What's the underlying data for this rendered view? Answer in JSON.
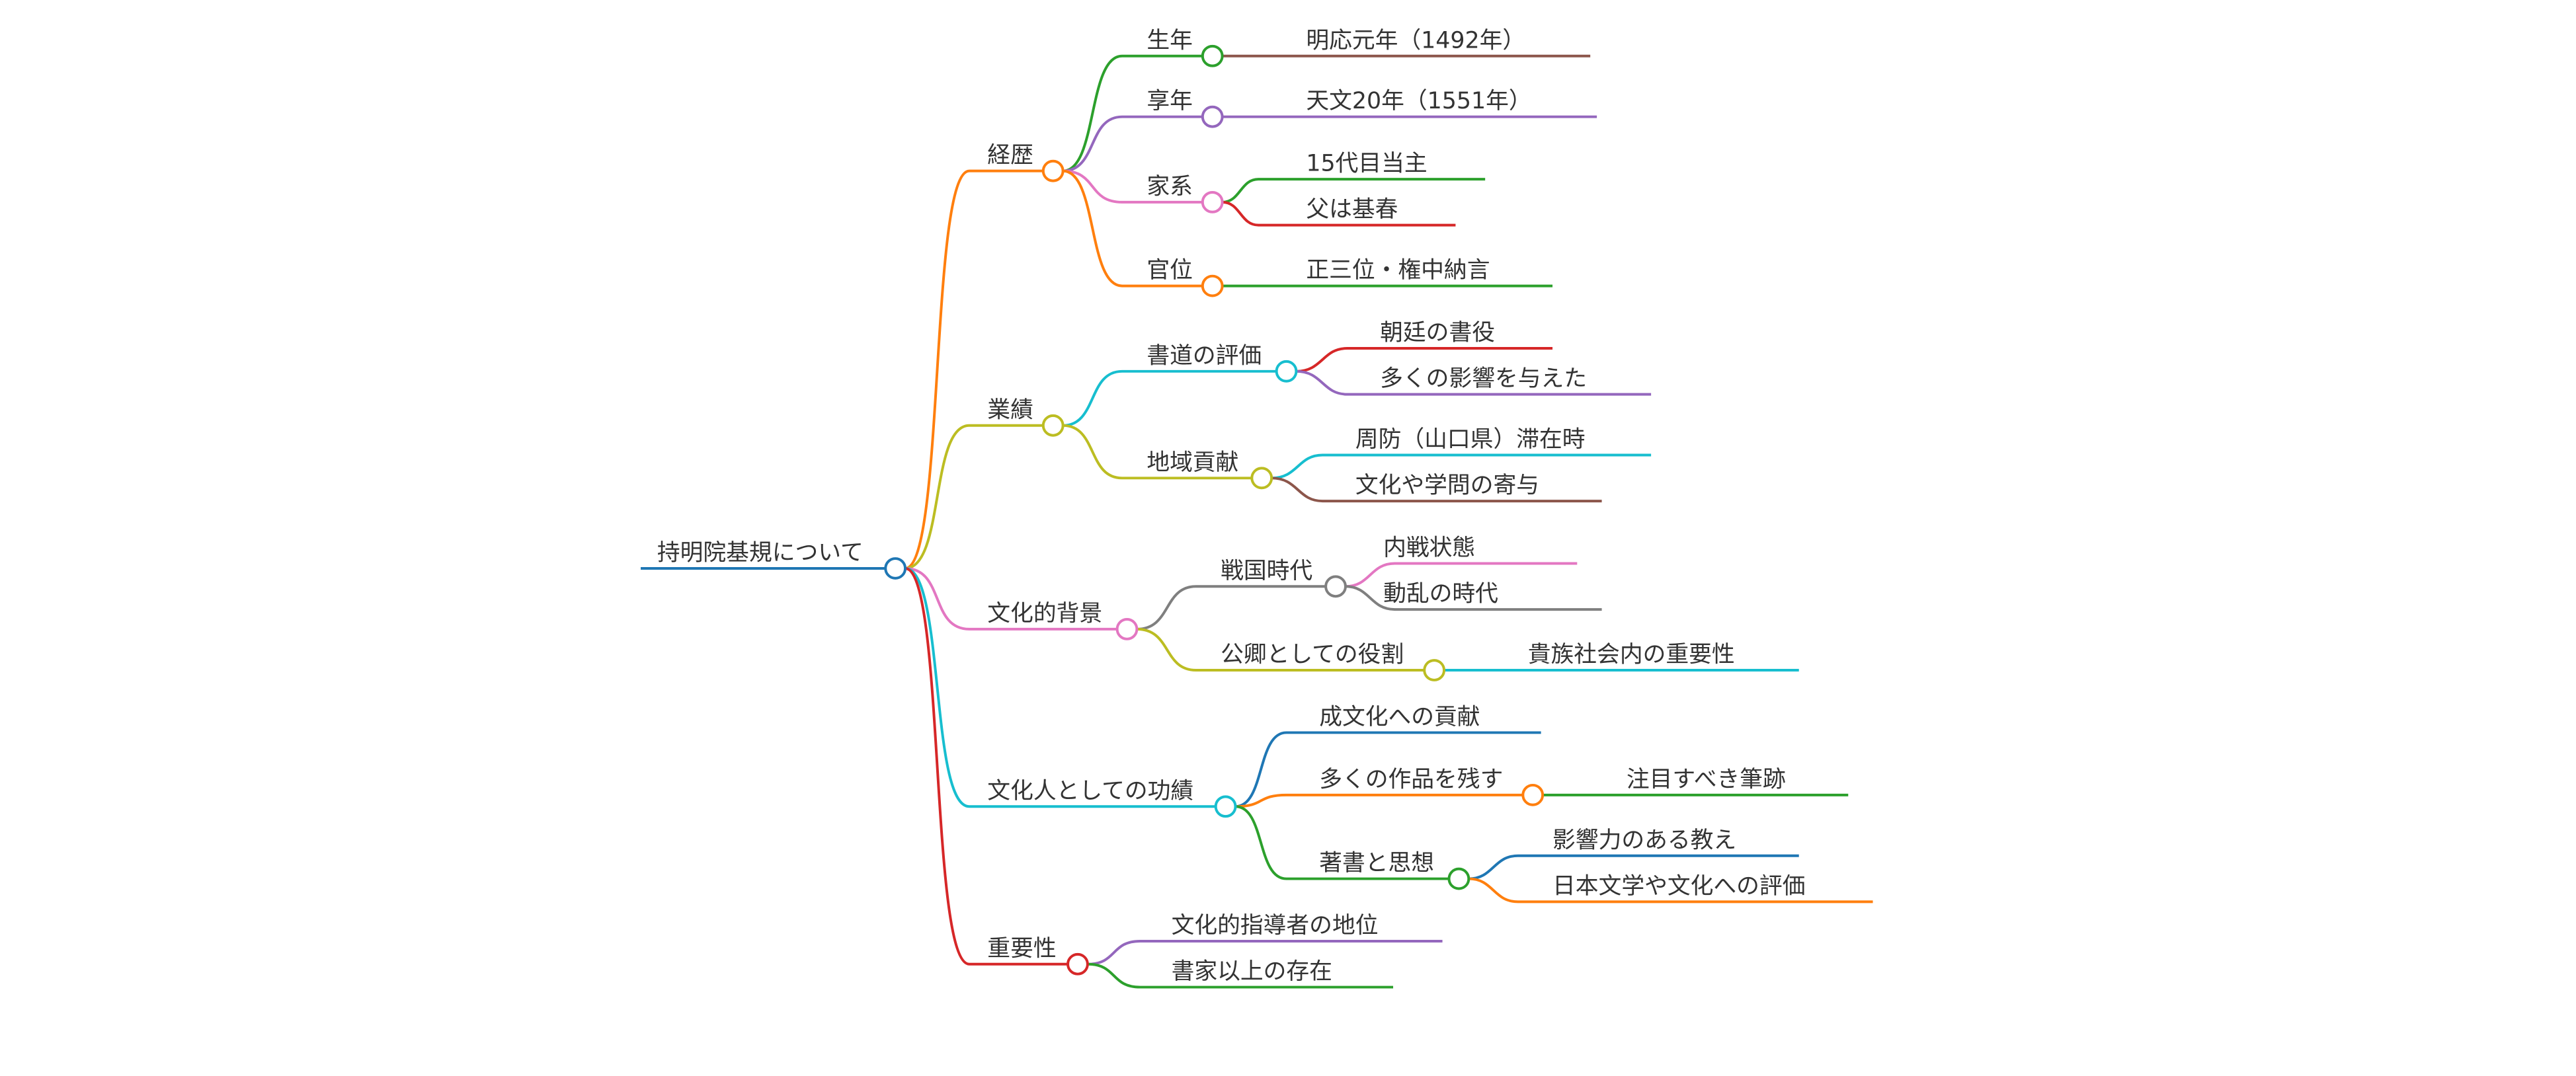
{
  "root": {
    "label": "持明院基規について"
  },
  "branches": [
    {
      "label": "経歴",
      "children": [
        {
          "label": "生年",
          "children": [
            {
              "label": "明応元年（1492年）"
            }
          ]
        },
        {
          "label": "享年",
          "children": [
            {
              "label": "天文20年（1551年）"
            }
          ]
        },
        {
          "label": "家系",
          "children": [
            {
              "label": "15代目当主"
            },
            {
              "label": "父は基春"
            }
          ]
        },
        {
          "label": "官位",
          "children": [
            {
              "label": "正三位・権中納言"
            }
          ]
        }
      ]
    },
    {
      "label": "業績",
      "children": [
        {
          "label": "書道の評価",
          "children": [
            {
              "label": "朝廷の書役"
            },
            {
              "label": "多くの影響を与えた"
            }
          ]
        },
        {
          "label": "地域貢献",
          "children": [
            {
              "label": "周防（山口県）滞在時"
            },
            {
              "label": "文化や学問の寄与"
            }
          ]
        }
      ]
    },
    {
      "label": "文化的背景",
      "children": [
        {
          "label": "戦国時代",
          "children": [
            {
              "label": "内戦状態"
            },
            {
              "label": "動乱の時代"
            }
          ]
        },
        {
          "label": "公卿としての役割",
          "children": [
            {
              "label": "貴族社会内の重要性"
            }
          ]
        }
      ]
    },
    {
      "label": "文化人としての功績",
      "children": [
        {
          "label": "成文化への貢献"
        },
        {
          "label": "多くの作品を残す",
          "children": [
            {
              "label": "注目すべき筆跡"
            }
          ]
        },
        {
          "label": "著書と思想",
          "children": [
            {
              "label": "影響力のある教え"
            },
            {
              "label": "日本文学や文化への評価"
            }
          ]
        }
      ]
    },
    {
      "label": "重要性",
      "children": [
        {
          "label": "文化的指導者の地位"
        },
        {
          "label": "書家以上の存在"
        }
      ]
    }
  ],
  "colors": {
    "blue": "#1f77b4",
    "orange": "#ff7f0e",
    "green": "#2ca02c",
    "red": "#d62728",
    "purple": "#9467bd",
    "brown": "#8c564b",
    "pink": "#e377c2",
    "gray": "#7f7f7f",
    "olive": "#bcbd22",
    "cyan": "#17becf"
  }
}
